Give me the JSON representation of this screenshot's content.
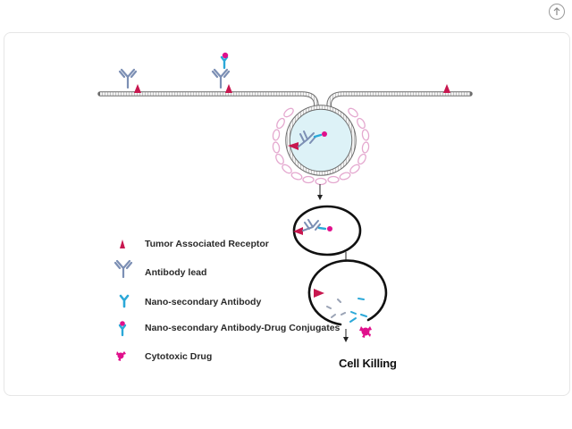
{
  "legend": {
    "receptor": "Tumor Associated Receptor",
    "antibody_lead": "Antibody lead",
    "nano_secondary": "Nano-secondary Antibody",
    "conjugates": "Nano-secondary Antibody-Drug Conjugates",
    "drug": "Cytotoxic Drug"
  },
  "caption": "Cell Killing",
  "colors": {
    "receptor": "#c8174f",
    "antibody": "#7c8fb4",
    "nano": "#2ba8d8",
    "drug": "#e0108c",
    "vesicle": "#e4a8cf",
    "membrane": "#6d6d6d",
    "endosome_fill": "#ddf2f7"
  },
  "icons": {
    "corner": "upload-arrow-icon"
  }
}
